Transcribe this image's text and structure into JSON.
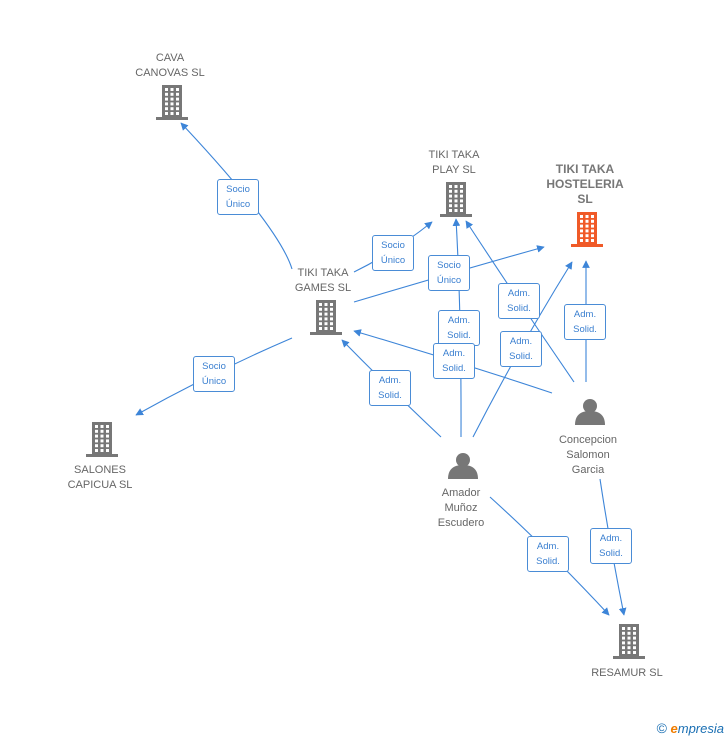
{
  "colors": {
    "edge": "#3d85d8",
    "company": "#777777",
    "focus_company": "#f05a28",
    "person": "#777777"
  },
  "nodes": [
    {
      "id": "cava",
      "type": "company",
      "label": "CAVA\nCANOVAS  SL"
    },
    {
      "id": "tikiplay",
      "type": "company",
      "label": "TIKI TAKA\nPLAY  SL"
    },
    {
      "id": "tikihost",
      "type": "company",
      "focus": true,
      "label": "TIKI TAKA\nHOSTELERIA\nSL"
    },
    {
      "id": "tikigames",
      "type": "company",
      "label": "TIKI TAKA\nGAMES  SL"
    },
    {
      "id": "salones",
      "type": "company",
      "label": "SALONES\nCAPICUA  SL"
    },
    {
      "id": "concepcion",
      "type": "person",
      "label": "Concepcion\nSalomon\nGarcia"
    },
    {
      "id": "amador",
      "type": "person",
      "label": "Amador\nMuñoz\nEscudero"
    },
    {
      "id": "resamur",
      "type": "company",
      "label": "RESAMUR SL"
    }
  ],
  "edges": [
    {
      "from": "tikigames",
      "to": "cava",
      "label": "Socio\nÚnico"
    },
    {
      "from": "tikigames",
      "to": "tikiplay",
      "label": "Socio\nÚnico"
    },
    {
      "from": "tikigames",
      "to": "tikihost",
      "label": "Socio\nÚnico"
    },
    {
      "from": "tikigames",
      "to": "salones",
      "label": "Socio\nÚnico"
    },
    {
      "from": "amador",
      "to": "tikiplay",
      "label": "Adm.\nSolid."
    },
    {
      "from": "amador",
      "to": "tikigames",
      "label": "Adm.\nSolid."
    },
    {
      "from": "amador",
      "to": "tikihost",
      "label": "Adm.\nSolid."
    },
    {
      "from": "amador",
      "to": "resamur",
      "label": "Adm.\nSolid."
    },
    {
      "from": "concepcion",
      "to": "tikiplay",
      "label": "Adm.\nSolid."
    },
    {
      "from": "concepcion",
      "to": "tikigames",
      "label": "Adm.\nSolid."
    },
    {
      "from": "concepcion",
      "to": "tikihost",
      "label": "Adm.\nSolid."
    },
    {
      "from": "concepcion",
      "to": "resamur",
      "label": "Adm.\nSolid."
    }
  ],
  "brand": {
    "copyright": "©",
    "first_letter": "e",
    "rest": "mpresia"
  }
}
